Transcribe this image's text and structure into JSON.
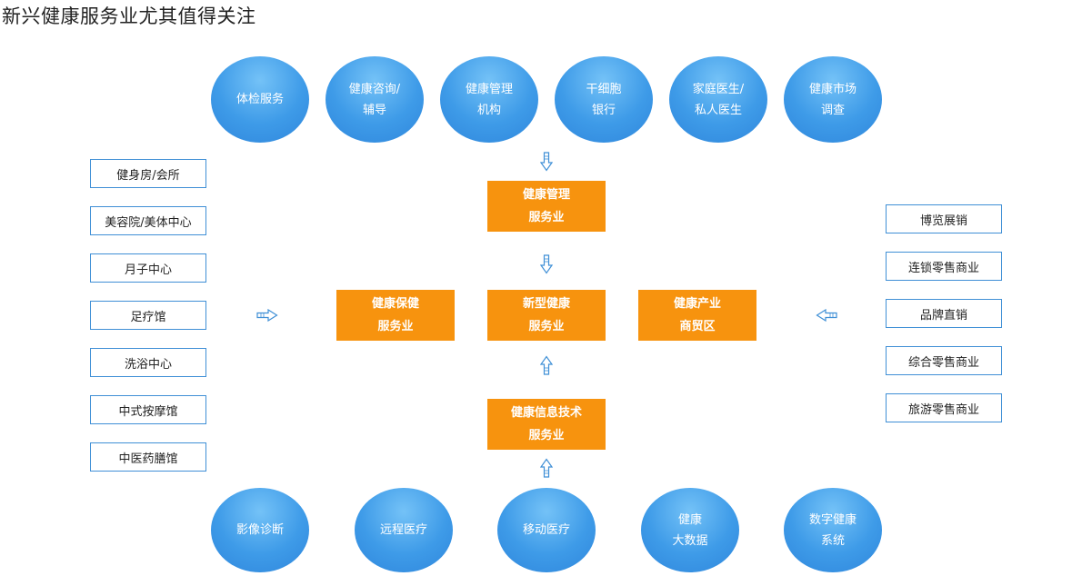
{
  "title": "新兴健康服务业尤其值得关注",
  "colors": {
    "circle_blue": "#3e9be8",
    "box_orange": "#f7930e",
    "side_box_border": "#3f8fd6",
    "arrow_blue": "#3f8fd6"
  },
  "top_circles": [
    {
      "lines": [
        "体检服务"
      ]
    },
    {
      "lines": [
        "健康咨询/",
        "辅导"
      ]
    },
    {
      "lines": [
        "健康管理",
        "机构"
      ]
    },
    {
      "lines": [
        "干细胞",
        "银行"
      ]
    },
    {
      "lines": [
        "家庭医生/",
        "私人医生"
      ]
    },
    {
      "lines": [
        "健康市场",
        "调查"
      ]
    }
  ],
  "bottom_circles": [
    {
      "lines": [
        "影像诊断"
      ]
    },
    {
      "lines": [
        "远程医疗"
      ]
    },
    {
      "lines": [
        "移动医疗"
      ]
    },
    {
      "lines": [
        "健康",
        "大数据"
      ]
    },
    {
      "lines": [
        "数字健康",
        "系统"
      ]
    }
  ],
  "center_boxes": {
    "management": [
      "健康管理",
      "服务业"
    ],
    "new_health": [
      "新型健康",
      "服务业"
    ],
    "healthcare": [
      "健康保健",
      "服务业"
    ],
    "industry_trade": [
      "健康产业",
      "商贸区"
    ],
    "info_tech": [
      "健康信息技术",
      "服务业"
    ]
  },
  "left_list": [
    "健身房/会所",
    "美容院/美体中心",
    "月子中心",
    "足疗馆",
    "洗浴中心",
    "中式按摩馆",
    "中医药膳馆"
  ],
  "right_list": [
    "博览展销",
    "连锁零售商业",
    "品牌直销",
    "综合零售商业",
    "旅游零售商业"
  ]
}
